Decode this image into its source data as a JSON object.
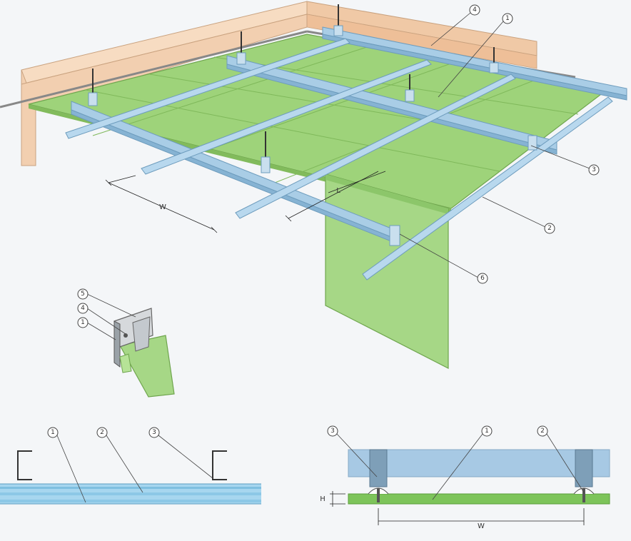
{
  "labels": {
    "w_main": "W",
    "l_main": "L",
    "w_section": "W",
    "h_section": "H"
  },
  "callouts": {
    "main": [
      "4",
      "1",
      "3",
      "2",
      "6"
    ],
    "detail": [
      "5",
      "4",
      "1"
    ],
    "section_left": [
      "1",
      "2",
      "3"
    ],
    "section_right": [
      "3",
      "1",
      "2"
    ]
  },
  "colors": {
    "board_green": "#9ed37a",
    "board_edge": "#6fa54e",
    "profile_blue": "#a9cde6",
    "profile_edge": "#6d9cbd",
    "wall": "#f2cfb0",
    "wall_edge": "#c9a27f",
    "section_blue": "#a7c9e4",
    "section_green": "#7dc45a"
  }
}
